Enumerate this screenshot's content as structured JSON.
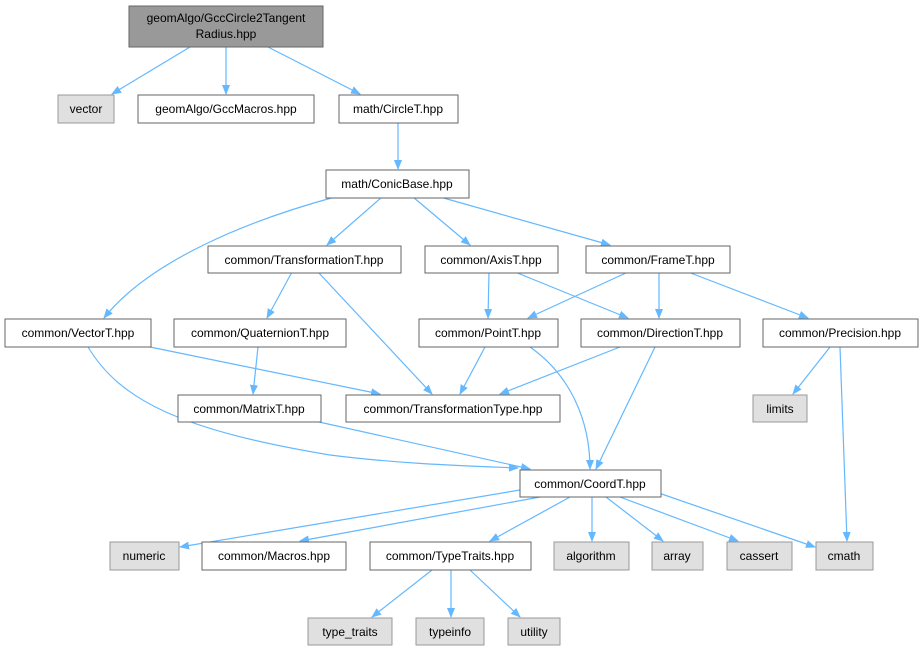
{
  "colors": {
    "root_fill": "#999999",
    "external_fill": "#e0e0e0",
    "external_border": "#999999",
    "node_fill": "#ffffff",
    "node_border": "#666666",
    "edge": "#63b8ff"
  },
  "nodes": {
    "root": {
      "line1": "geomAlgo/GccCircle2Tangent",
      "line2": "Radius.hpp"
    },
    "vector": "vector",
    "gccmacros": "geomAlgo/GccMacros.hpp",
    "circlet": "math/CircleT.hpp",
    "conicbase": "math/ConicBase.hpp",
    "transformationt": "common/TransformationT.hpp",
    "axist": "common/AxisT.hpp",
    "framet": "common/FrameT.hpp",
    "vectort": "common/VectorT.hpp",
    "quaterniont": "common/QuaternionT.hpp",
    "pointt": "common/PointT.hpp",
    "directiont": "common/DirectionT.hpp",
    "precision": "common/Precision.hpp",
    "matrixt": "common/MatrixT.hpp",
    "transformationtype": "common/TransformationType.hpp",
    "limits": "limits",
    "coordt": "common/CoordT.hpp",
    "numeric": "numeric",
    "macros": "common/Macros.hpp",
    "typetraits": "common/TypeTraits.hpp",
    "algorithm": "algorithm",
    "array": "array",
    "cassert": "cassert",
    "cmath": "cmath",
    "type_traits": "type_traits",
    "typeinfo": "typeinfo",
    "utility": "utility"
  }
}
